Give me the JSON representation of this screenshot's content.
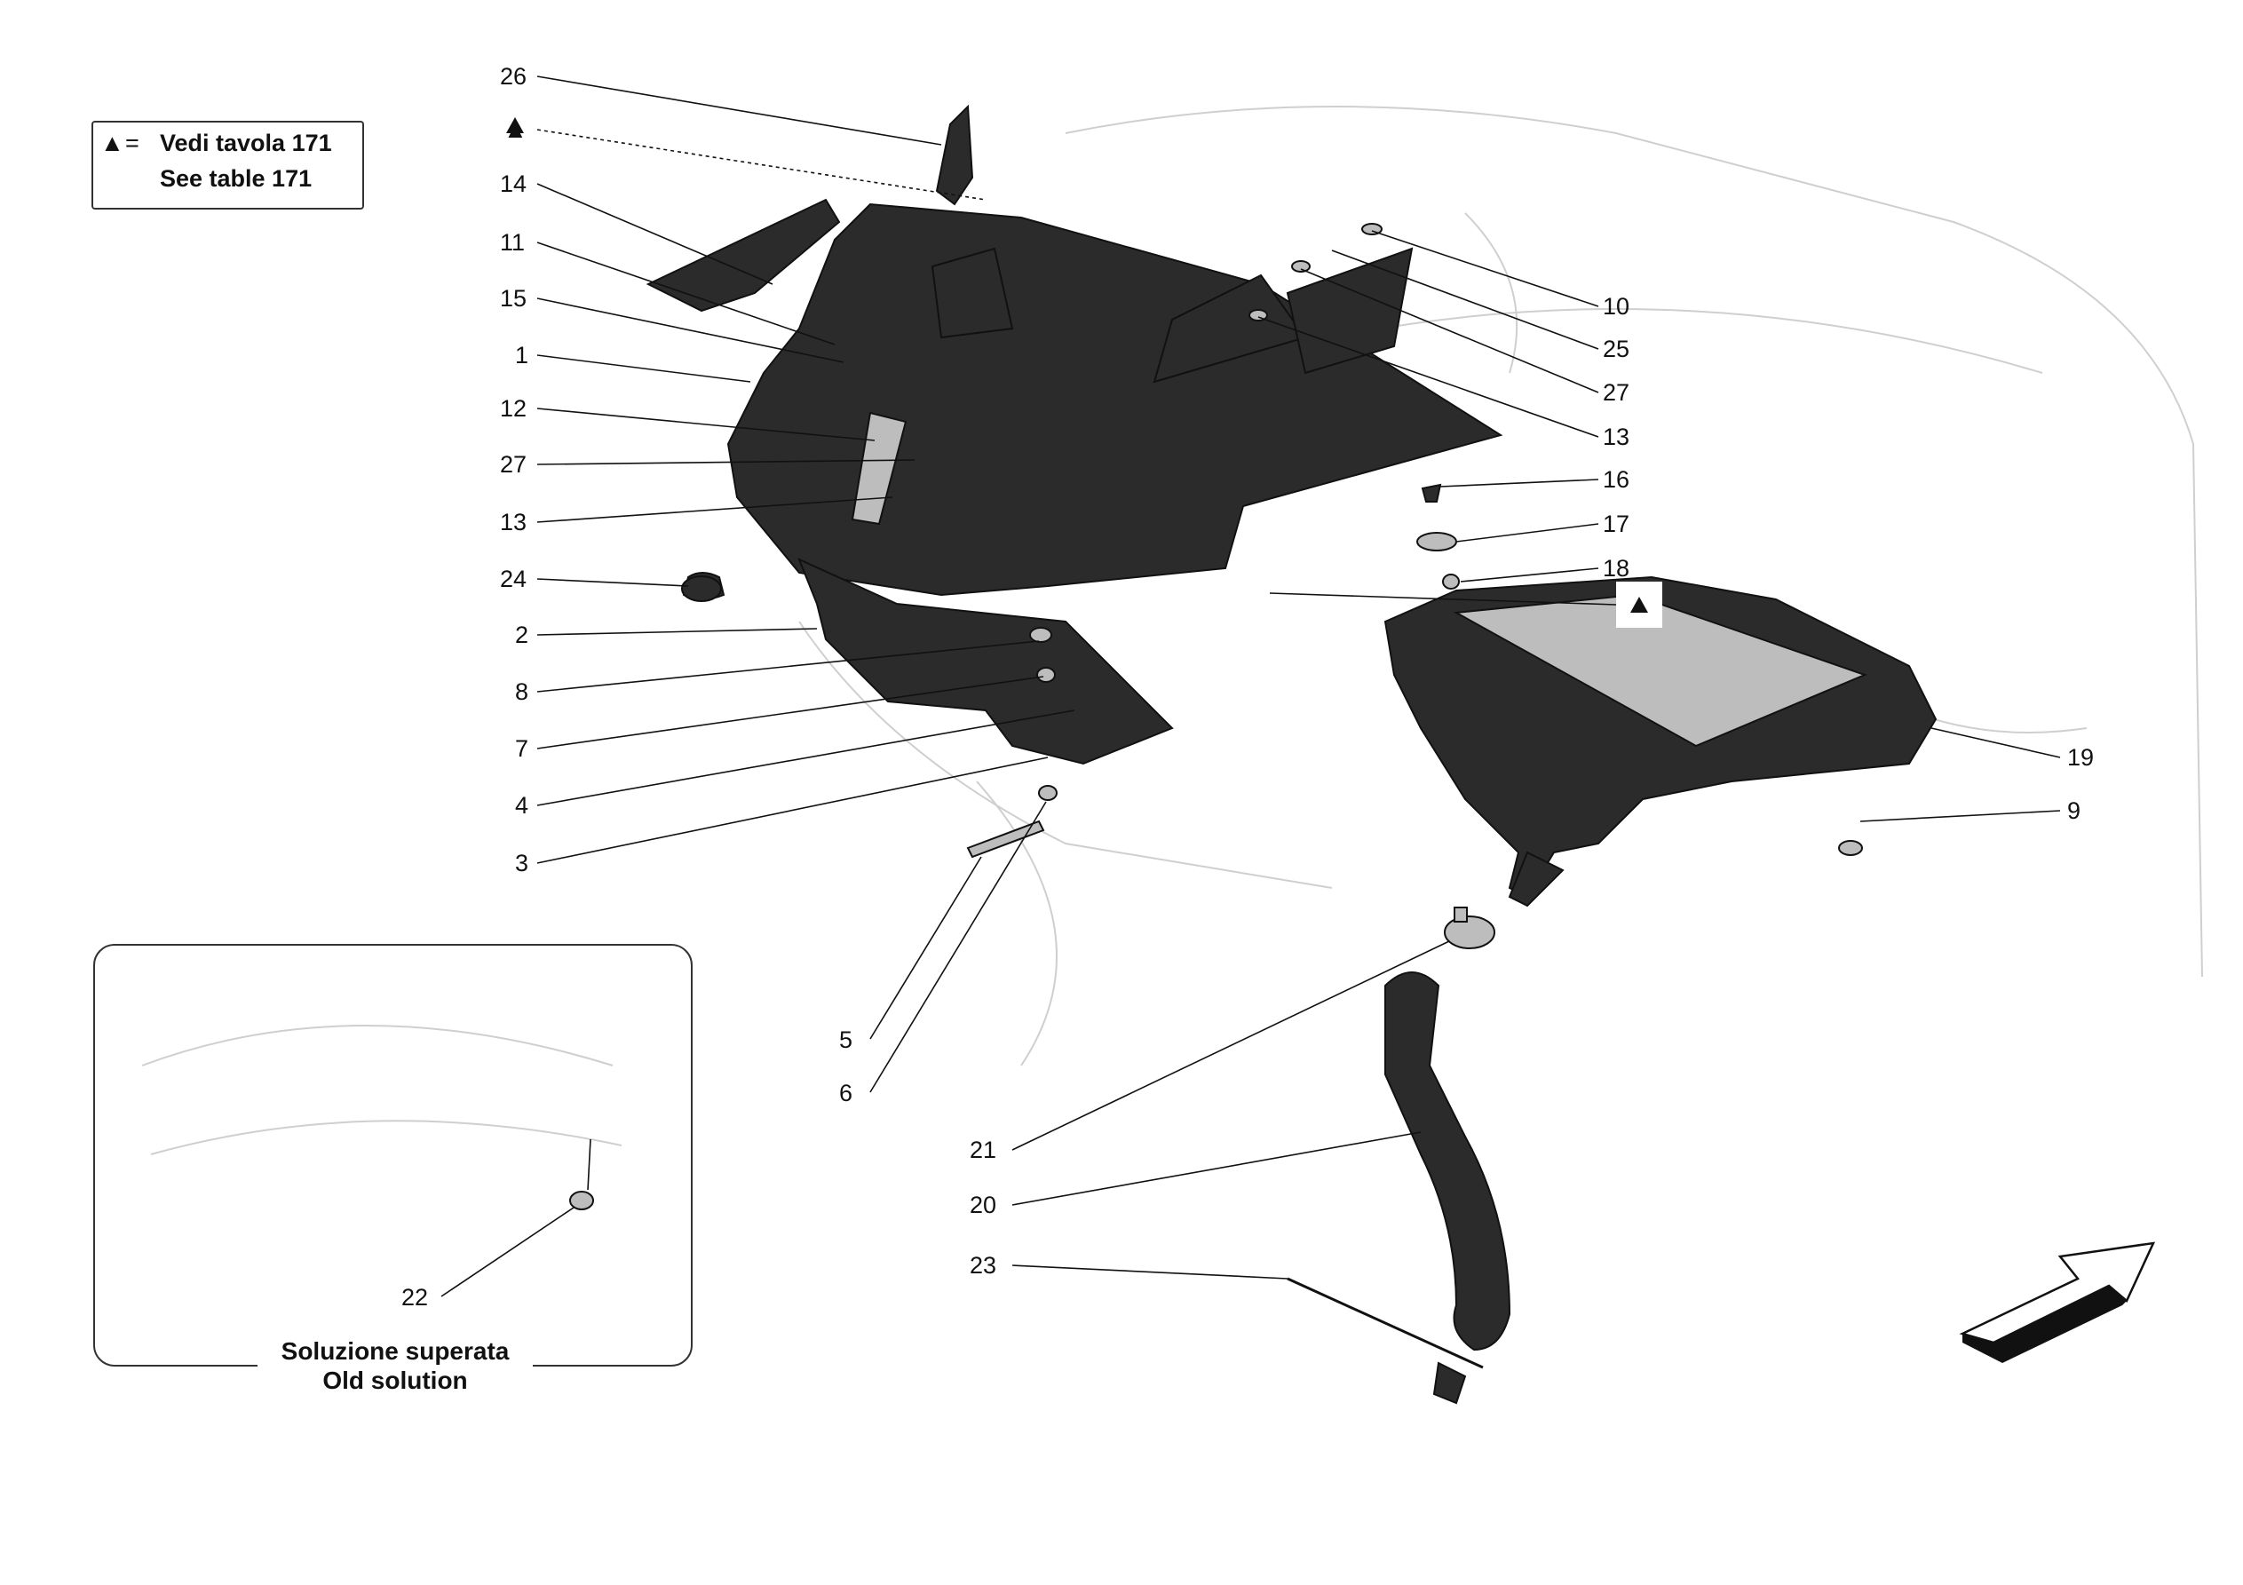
{
  "legend": {
    "symbol": "▲",
    "equals": "=",
    "line1": "Vedi tavola 171",
    "line2": "See table 171"
  },
  "inset": {
    "caption_line1": "Soluzione superata",
    "caption_line2": "Old solution",
    "callout": "22"
  },
  "callouts": {
    "left": [
      "26",
      "▲",
      "14",
      "11",
      "15",
      "1",
      "12",
      "27",
      "13",
      "24",
      "2",
      "8",
      "7",
      "4",
      "3"
    ],
    "right": [
      "10",
      "25",
      "27",
      "13",
      "16",
      "17",
      "18",
      "19",
      "9"
    ],
    "bottom_left": [
      "5",
      "6"
    ],
    "bottom_center": [
      "21",
      "20",
      "23"
    ],
    "triangle_marker": "▲"
  },
  "colors": {
    "part": "#2b2b2b",
    "line": "#111111",
    "ghost": "#cfcfcf"
  },
  "icons": [
    "direction-arrow-icon",
    "triangle-reference-icon"
  ]
}
